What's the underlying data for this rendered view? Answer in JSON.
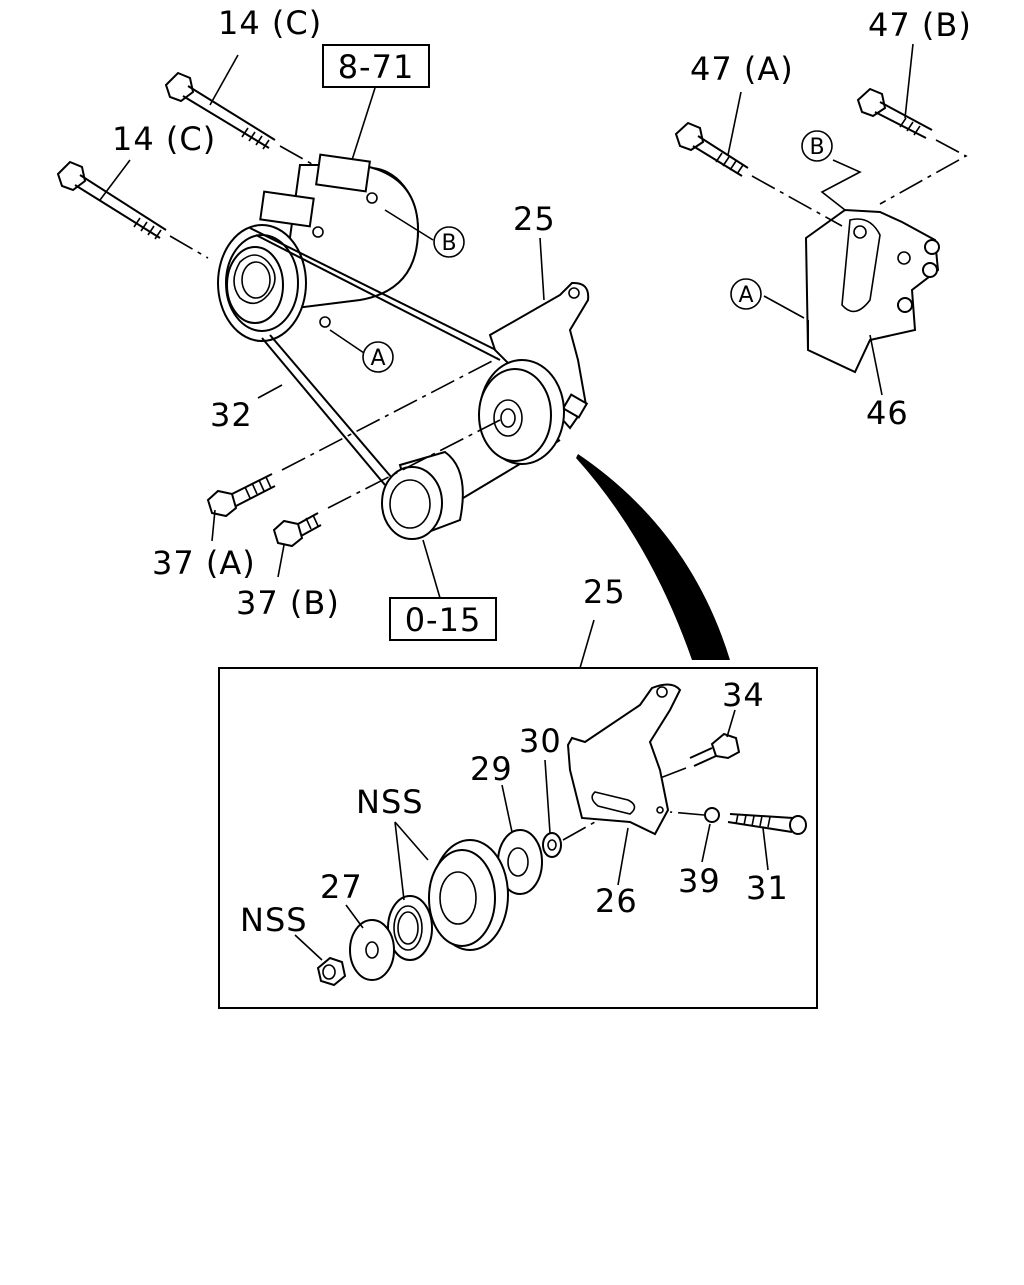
{
  "labels": {
    "l14c_top": "14 (C)",
    "l14c_left": "14 (C)",
    "ref_871": "8-71",
    "l25_top": "25",
    "l32": "32",
    "l37a": "37 (A)",
    "l37b": "37 (B)",
    "ref_015": "0-15",
    "l47a": "47 (A)",
    "l47b": "47 (B)",
    "l46": "46",
    "l25_detail": "25",
    "l34": "34",
    "l30": "30",
    "l29": "29",
    "nss_upper": "NSS",
    "l27": "27",
    "nss_lower": "NSS",
    "l26": "26",
    "l39": "39",
    "l31": "31"
  },
  "callouts": {
    "a": "A",
    "b": "B"
  }
}
